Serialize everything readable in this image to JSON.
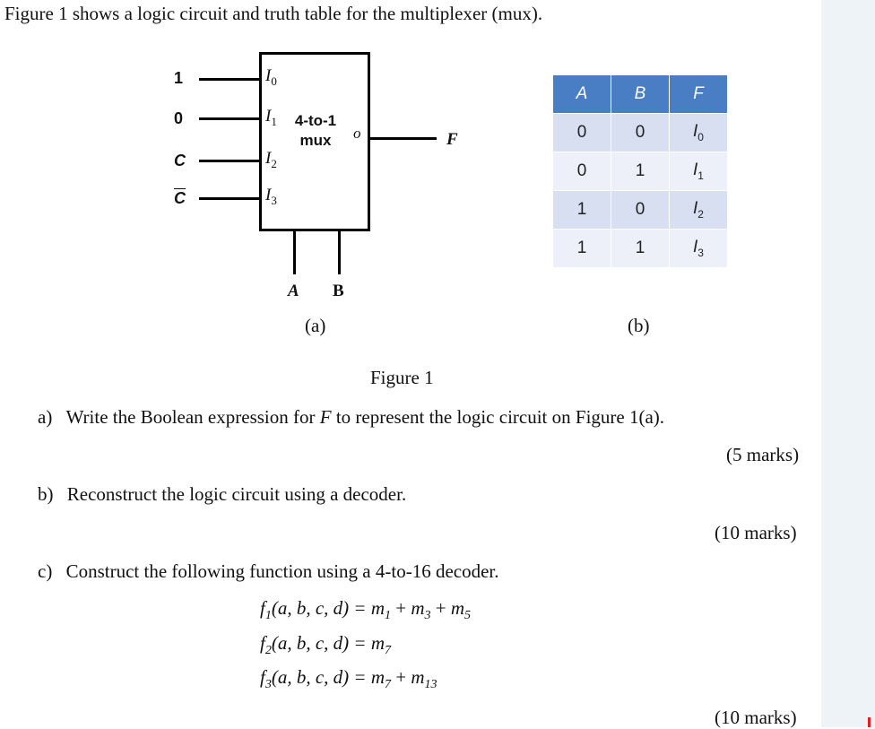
{
  "intro": "Figure 1 shows a logic circuit and truth table for the multiplexer (mux).",
  "circuit": {
    "inputs": [
      "1",
      "0",
      "C",
      "C"
    ],
    "pins": [
      {
        "base": "I",
        "sub": "0"
      },
      {
        "base": "I",
        "sub": "1"
      },
      {
        "base": "I",
        "sub": "2"
      },
      {
        "base": "I",
        "sub": "3"
      }
    ],
    "mux_line1": "4-to-1",
    "mux_line2": "mux",
    "out_pin": "o",
    "out_label": "F",
    "select_a": "A",
    "select_b": "B",
    "caption": "(a)"
  },
  "truth_table": {
    "headers": [
      "A",
      "B",
      "F"
    ],
    "rows": [
      {
        "a": "0",
        "b": "0",
        "f": "I",
        "f_sub": "0"
      },
      {
        "a": "0",
        "b": "1",
        "f": "I",
        "f_sub": "1"
      },
      {
        "a": "1",
        "b": "0",
        "f": "I",
        "f_sub": "2"
      },
      {
        "a": "1",
        "b": "1",
        "f": "I",
        "f_sub": "3"
      }
    ],
    "caption": "(b)"
  },
  "figure_caption": "Figure 1",
  "questions": [
    {
      "label": "a)",
      "text_before": "Write the Boolean expression for ",
      "var": "F",
      "text_after": " to represent the logic circuit on Figure 1(a).",
      "marks": "(5 marks)"
    },
    {
      "label": "b)",
      "text": "Reconstruct the logic circuit using a decoder.",
      "marks": "(10 marks)"
    },
    {
      "label": "c)",
      "text": "Construct the following function using a 4-to-16 decoder.",
      "marks": "(10 marks)"
    }
  ],
  "functions": [
    {
      "name": "f",
      "sub": "1",
      "args": "(a, b, c, d) = ",
      "terms": [
        {
          "m": "m",
          "sub": "1"
        },
        {
          "m": "m",
          "sub": "3"
        },
        {
          "m": "m",
          "sub": "5"
        }
      ]
    },
    {
      "name": "f",
      "sub": "2",
      "args": "(a, b, c, d) = ",
      "terms": [
        {
          "m": "m",
          "sub": "7"
        }
      ]
    },
    {
      "name": "f",
      "sub": "3",
      "args": "(a, b, c, d) = ",
      "terms": [
        {
          "m": "m",
          "sub": "7"
        },
        {
          "m": "m",
          "sub": "13"
        }
      ]
    }
  ],
  "plus": " + "
}
